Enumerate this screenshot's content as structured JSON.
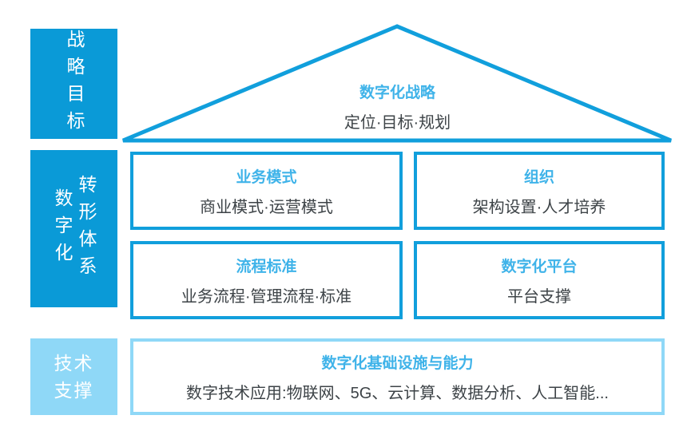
{
  "colors": {
    "primary_blue": "#0a9ad7",
    "light_blue": "#8fd8f7",
    "box_border_blue": "#119fdc",
    "heading_text_blue": "#3fb3e9",
    "body_text_dark": "#3d4347"
  },
  "left_rail": {
    "strategy_label": "战略目标",
    "transformation_col1": "数字化",
    "transformation_col2": "转形体系",
    "tech_support_line1": "技术",
    "tech_support_line2": "支撑"
  },
  "roof": {
    "title": "数字化战略",
    "subtitle": "定位·目标·规划"
  },
  "grid": [
    {
      "title": "业务模式",
      "subtitle": "商业模式·运营模式"
    },
    {
      "title": "组织",
      "subtitle": "架构设置·人才培养"
    },
    {
      "title": "流程标准",
      "subtitle": "业务流程·管理流程·标准"
    },
    {
      "title": "数字化平台",
      "subtitle": "平台支撑"
    }
  ],
  "foundation": {
    "title": "数字化基础设施与能力",
    "subtitle": "数字技术应用:物联网、5G、云计算、数据分析、人工智能..."
  }
}
